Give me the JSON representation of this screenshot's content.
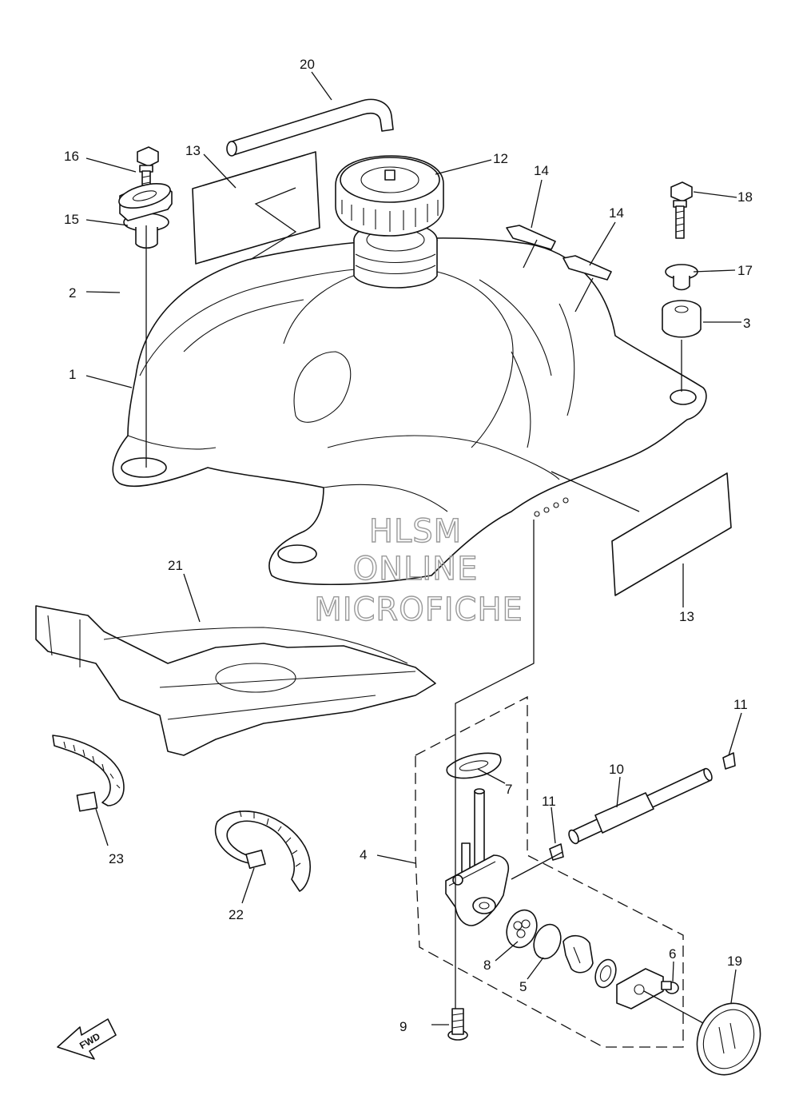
{
  "watermark": {
    "line1": "HLSM",
    "line2": "ONLINE",
    "line3": "MICROFICHE"
  },
  "direction_arrow": {
    "label": "FWD"
  },
  "callouts": {
    "p1": "1",
    "p2": "2",
    "p3": "3",
    "p4": "4",
    "p5": "5",
    "p6": "6",
    "p7": "7",
    "p8": "8",
    "p9": "9",
    "p10": "10",
    "p11a": "11",
    "p11b": "11",
    "p12": "12",
    "p13a": "13",
    "p13b": "13",
    "p14a": "14",
    "p14b": "14",
    "p15": "15",
    "p16": "16",
    "p17": "17",
    "p18": "18",
    "p19": "19",
    "p20": "20",
    "p21": "21",
    "p22": "22",
    "p23": "23"
  }
}
